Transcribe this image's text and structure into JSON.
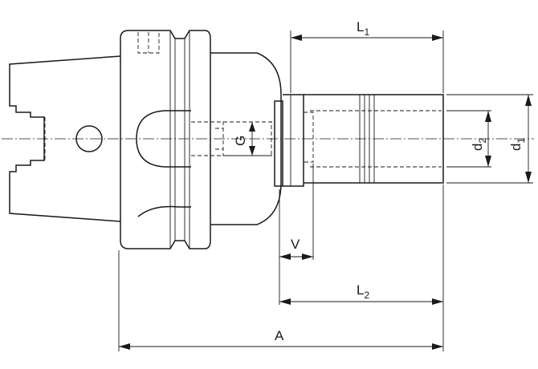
{
  "labels": {
    "L1": {
      "main": "L",
      "sub": "1"
    },
    "L2": {
      "main": "L",
      "sub": "2"
    },
    "A": {
      "main": "A"
    },
    "V": {
      "main": "V"
    },
    "G": {
      "main": "G"
    },
    "d1": {
      "main": "d",
      "sub": "1"
    },
    "d2": {
      "main": "d",
      "sub": "2"
    }
  }
}
